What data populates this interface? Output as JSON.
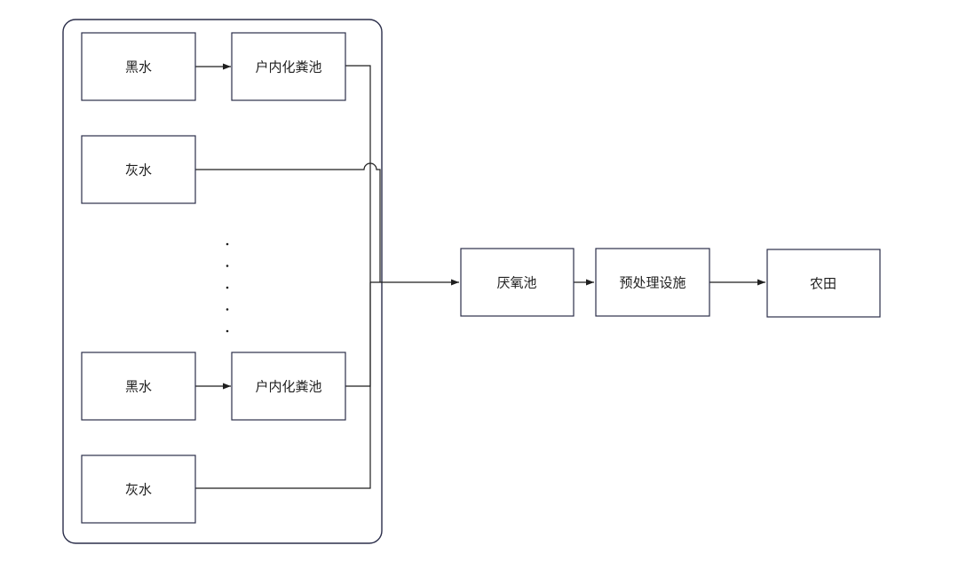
{
  "diagram": {
    "nodes": {
      "black_water_1": "黑水",
      "septic_tank_1": "户内化粪池",
      "grey_water_1": "灰水",
      "black_water_2": "黑水",
      "septic_tank_2": "户内化粪池",
      "grey_water_2": "灰水",
      "anaerobic_tank": "厌氧池",
      "pretreatment_facility": "预处理设施",
      "farmland": "农田"
    },
    "ellipsis_dot_count": 5,
    "colors": {
      "box_stroke": "#2b2e4a",
      "line": "#1f1f1f",
      "text": "#1f1f1f"
    }
  }
}
